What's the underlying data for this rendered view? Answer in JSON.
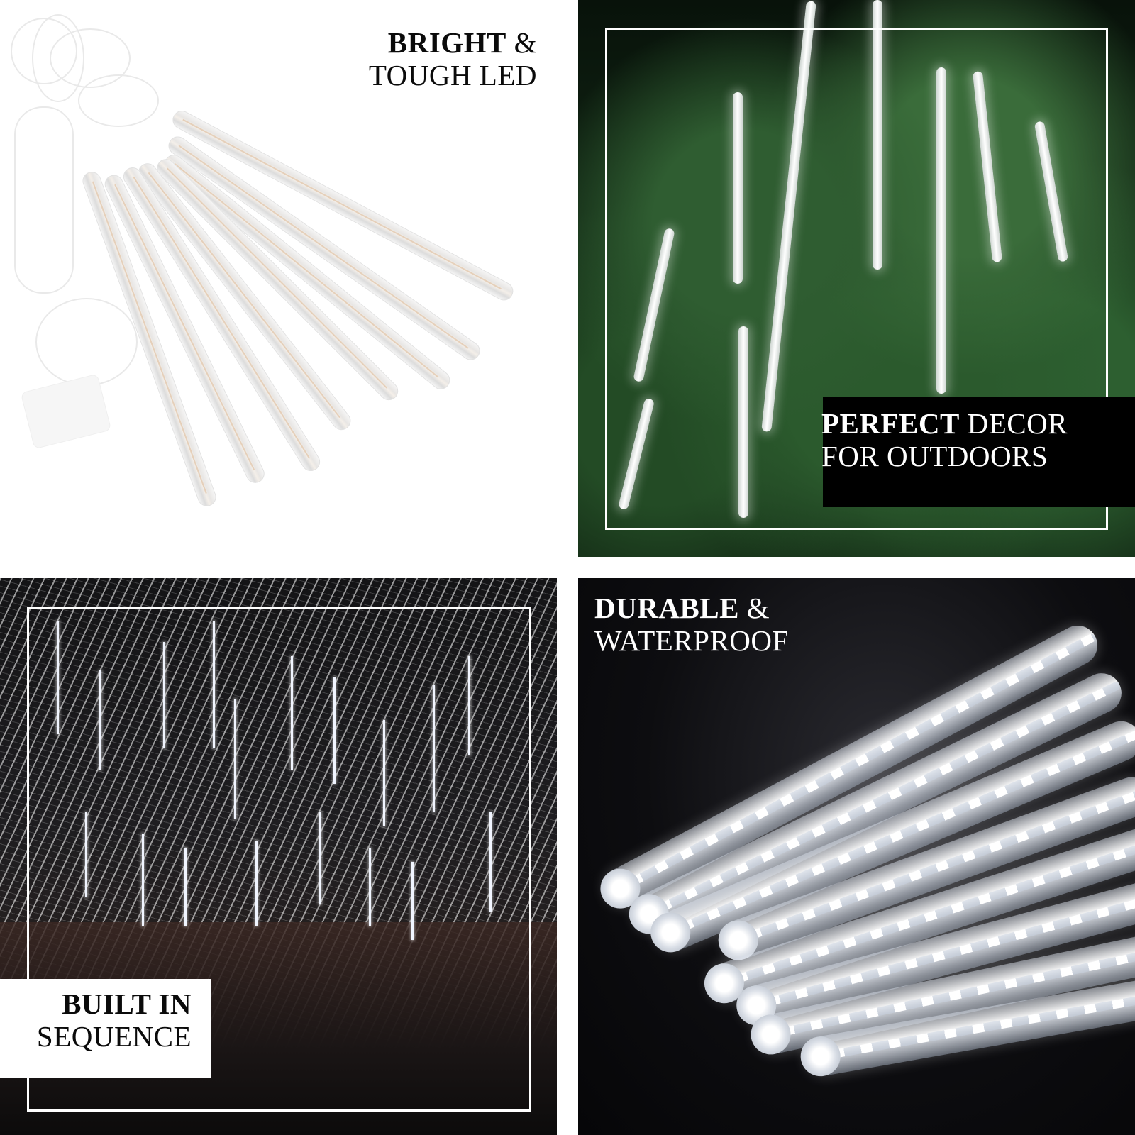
{
  "panels": {
    "top_left": {
      "caption": {
        "bold": "BRIGHT",
        "regular_line1": " &",
        "line2": "TOUGH LED"
      },
      "subject": "meteor-shower-led-tubes-product-shot",
      "background": "#ffffff"
    },
    "top_right": {
      "caption": {
        "bold": "PERFECT",
        "regular_line1": " DECOR",
        "line2": "FOR OUTDOORS"
      },
      "subject": "led-tubes-on-christmas-tree",
      "label_background": "#000000"
    },
    "bottom_left": {
      "caption": {
        "bold": "BUILT IN",
        "regular_line1": "",
        "line2": "SEQUENCE"
      },
      "subject": "icicle-canopy-lights-over-patio",
      "label_background": "#ffffff"
    },
    "bottom_right": {
      "caption": {
        "bold": "DURABLE",
        "regular_line1": " &",
        "line2": "WATERPROOF"
      },
      "subject": "close-up-of-led-tube-ends"
    }
  }
}
